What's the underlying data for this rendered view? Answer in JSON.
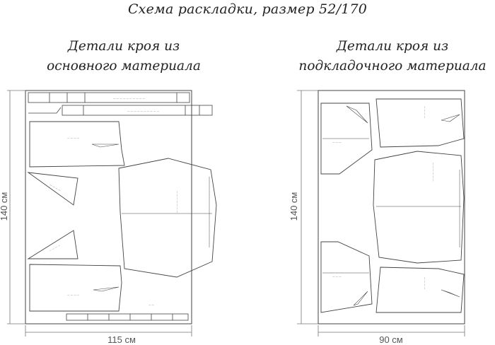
{
  "title": "Схема раскладки, размер 52/170",
  "layouts": [
    {
      "heading_line1": "Детали кроя из",
      "heading_line2": "основного материала",
      "height_label": "140 см",
      "width_label": "115 см"
    },
    {
      "heading_line1": "Детали кроя из",
      "heading_line2": "подкладочного материала",
      "height_label": "140 см",
      "width_label": "90 см"
    }
  ],
  "colors": {
    "outline": "#444444",
    "dimension": "#777777",
    "text": "#222222"
  }
}
